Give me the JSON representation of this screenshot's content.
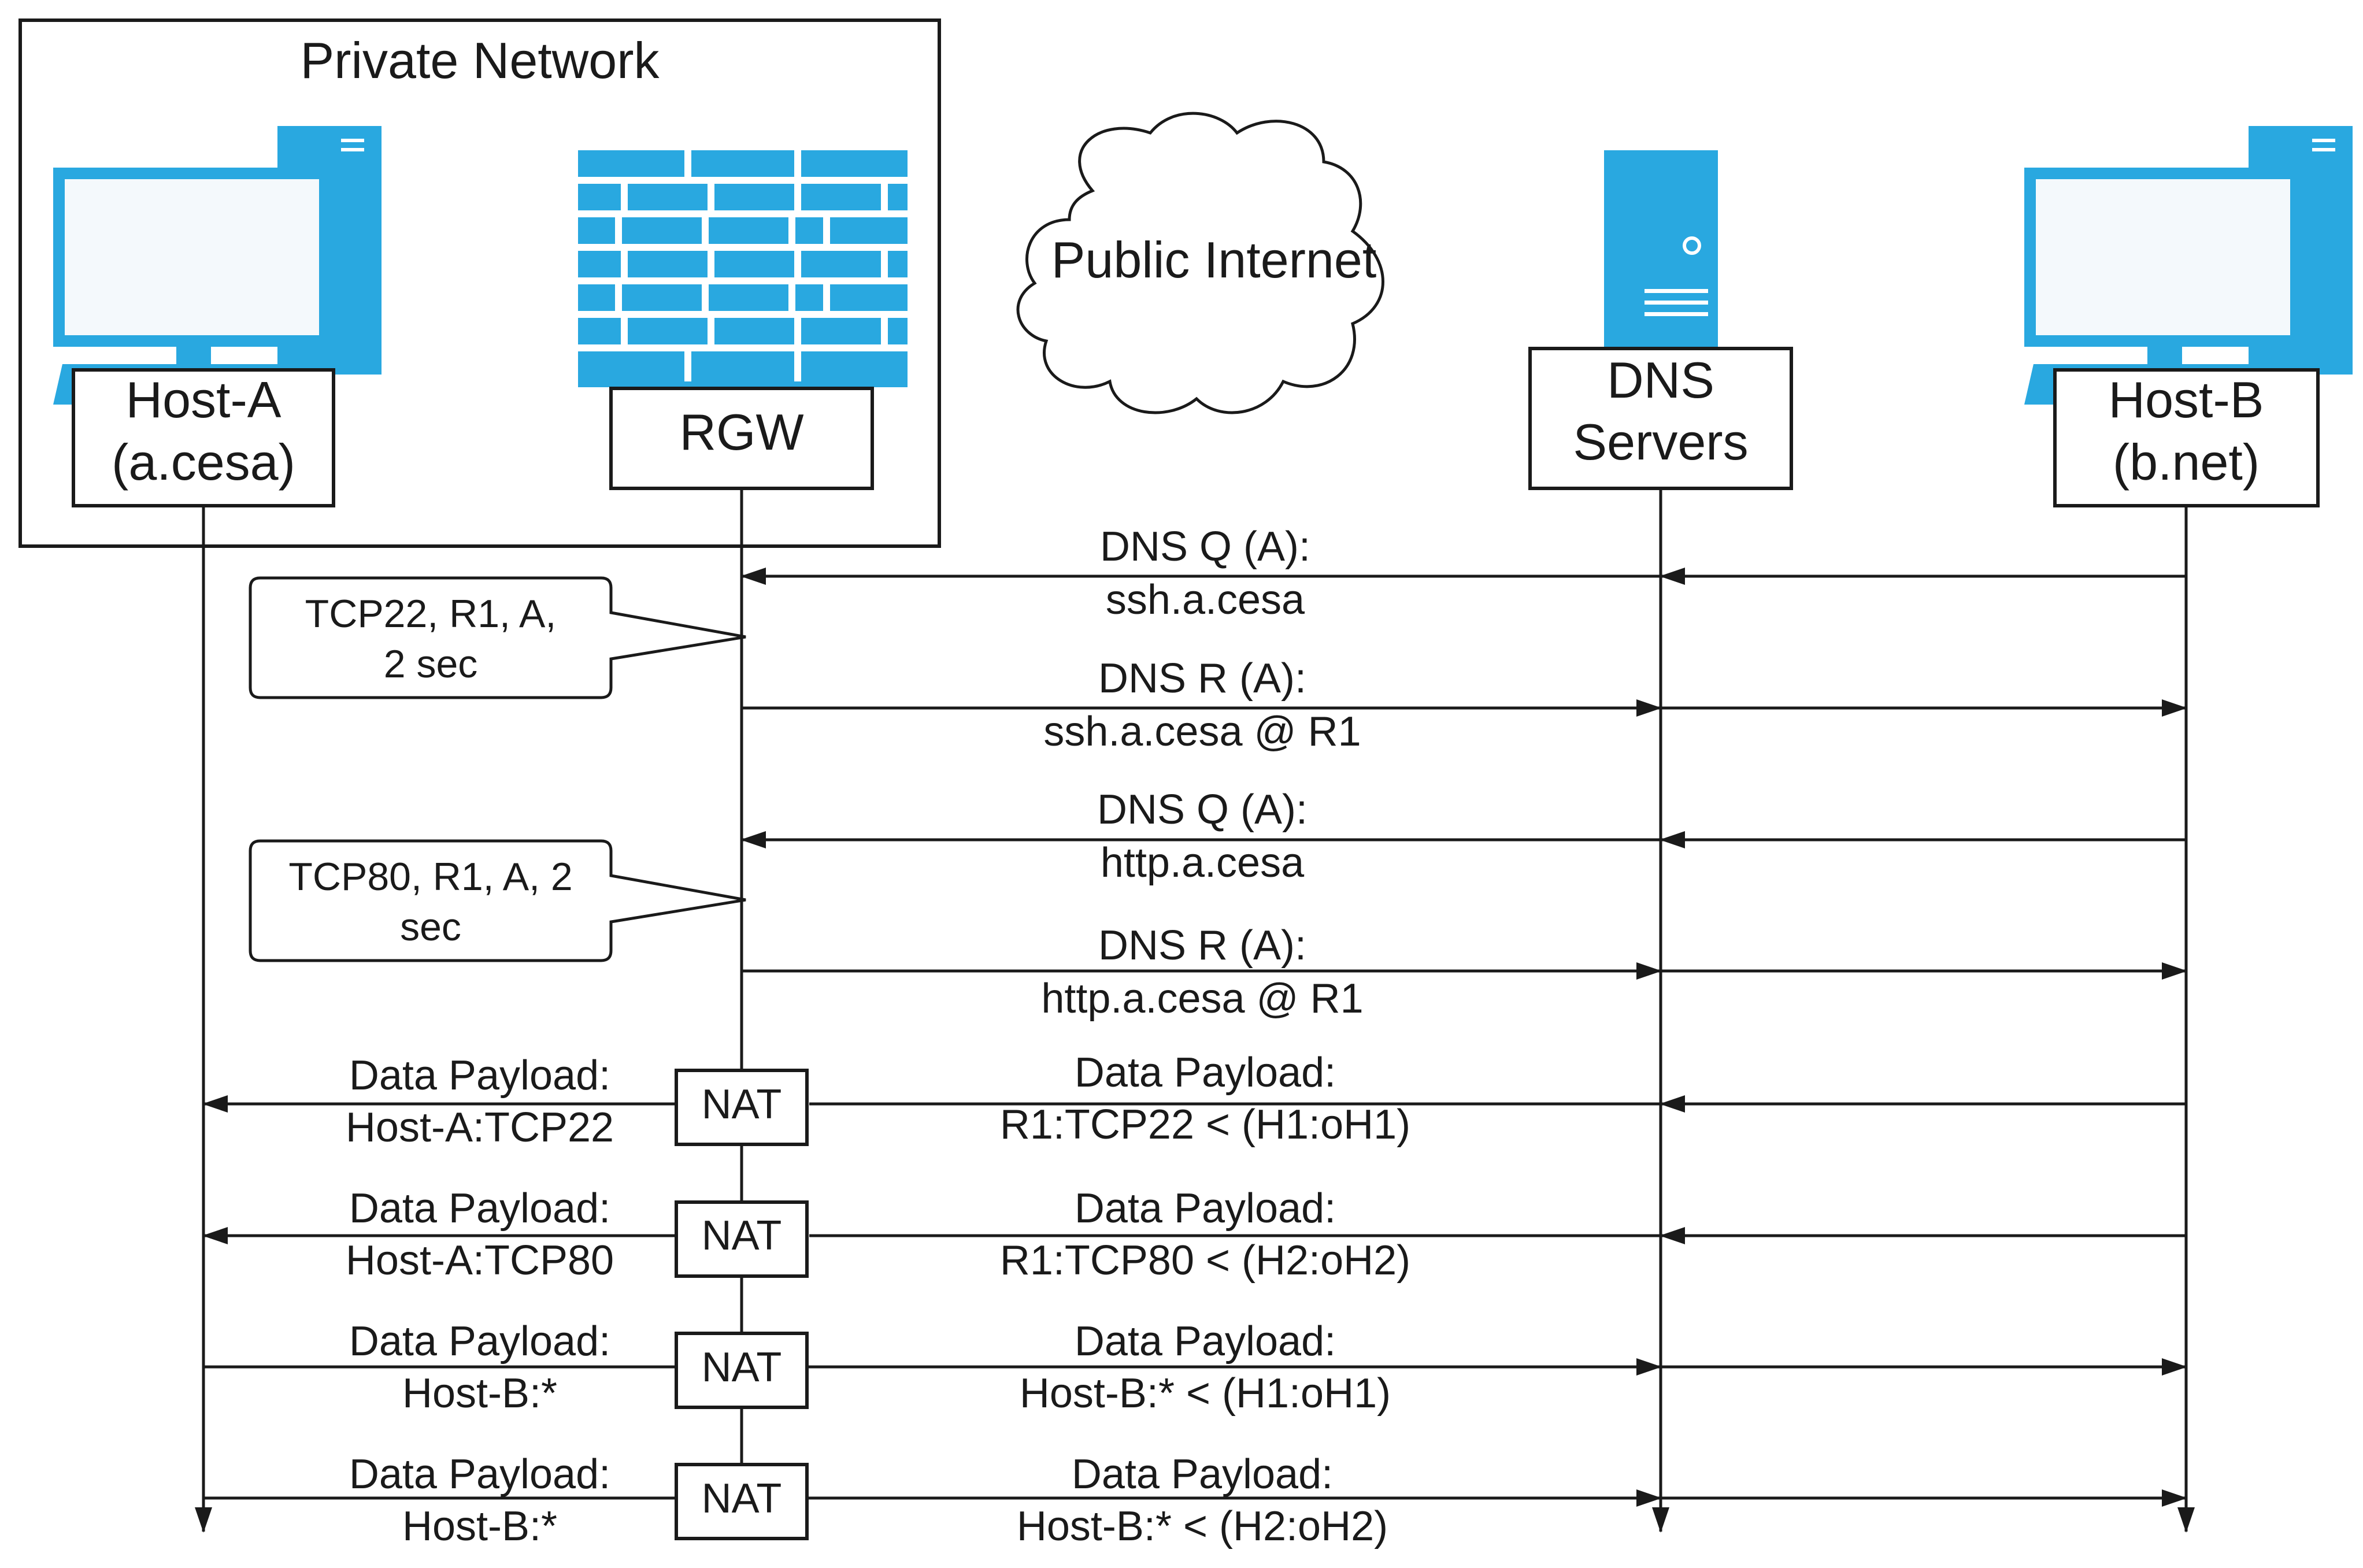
{
  "private_network": {
    "title": "Private Network"
  },
  "cloud": {
    "label": "Public Internet"
  },
  "participants": [
    {
      "id": "host-a",
      "label_lines": [
        "Host-A",
        "(a.cesa)"
      ]
    },
    {
      "id": "rgw",
      "label_lines": [
        "RGW"
      ]
    },
    {
      "id": "dns",
      "label_lines": [
        "DNS",
        "Servers"
      ]
    },
    {
      "id": "host-b",
      "label_lines": [
        "Host-B",
        "(b.net)"
      ]
    }
  ],
  "notes": [
    {
      "lines": [
        "TCP22, R1, A,",
        "2 sec"
      ]
    },
    {
      "lines": [
        "TCP80, R1, A, 2",
        "sec"
      ]
    }
  ],
  "dns_messages": [
    {
      "lines": [
        "DNS Q (A):",
        "ssh.a.cesa"
      ],
      "direction": "to-rgw"
    },
    {
      "lines": [
        "DNS R (A):",
        "ssh.a.cesa @ R1"
      ],
      "direction": "to-host-b"
    },
    {
      "lines": [
        "DNS Q (A):",
        "http.a.cesa"
      ],
      "direction": "to-rgw"
    },
    {
      "lines": [
        "DNS R (A):",
        "http.a.cesa @ R1"
      ],
      "direction": "to-host-b"
    }
  ],
  "nat_label": "NAT",
  "data_messages": [
    {
      "left_lines": [
        "Data Payload:",
        "Host-A:TCP22"
      ],
      "right_lines": [
        "Data Payload:",
        "R1:TCP22 < (H1:oH1)"
      ],
      "direction": "to-host-a"
    },
    {
      "left_lines": [
        "Data Payload:",
        "Host-A:TCP80"
      ],
      "right_lines": [
        "Data Payload:",
        "R1:TCP80 < (H2:oH2)"
      ],
      "direction": "to-host-a"
    },
    {
      "left_lines": [
        "Data Payload:",
        "Host-B:*"
      ],
      "right_lines": [
        "Data Payload:",
        "Host-B:* < (H1:oH1)"
      ],
      "direction": "to-host-b"
    },
    {
      "left_lines": [
        "Data Payload:",
        "Host-B:*"
      ],
      "right_lines": [
        "Data Payload:",
        "Host-B:* < (H2:oH2)"
      ],
      "direction": "to-host-b"
    }
  ],
  "colors": {
    "icon_blue": "#29a8e0",
    "stroke": "#1a1a1a",
    "background": "#ffffff"
  },
  "icons": [
    "desktop-computer-icon",
    "firewall-icon",
    "cloud-icon",
    "server-icon",
    "desktop-computer-icon"
  ]
}
